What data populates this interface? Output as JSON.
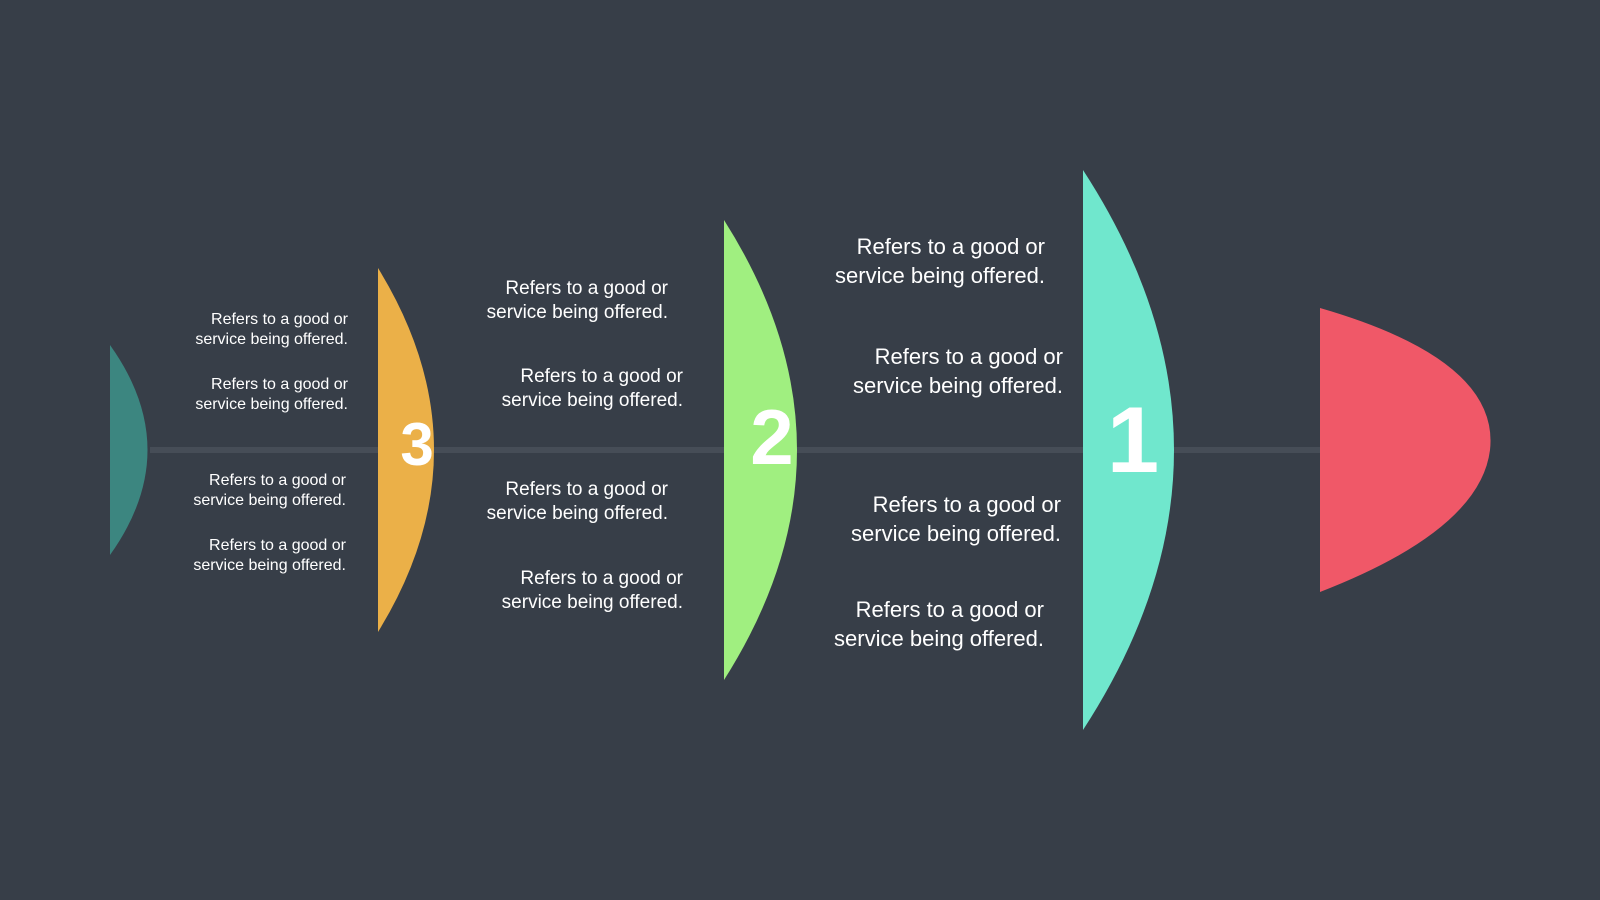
{
  "diagram": {
    "colors": {
      "background": "#373e48",
      "spine": "#464d57",
      "segment_teal_dark": "#3c8680",
      "segment_orange": "#ebb048",
      "segment_light_green": "#a0ef80",
      "segment_mint": "#70e7cd",
      "segment_head_red": "#f05868"
    },
    "steps": [
      {
        "number": "3"
      },
      {
        "number": "2"
      },
      {
        "number": "1"
      }
    ],
    "labels": {
      "group_a": [
        {
          "line1": "Refers to a good or",
          "line2": "service being offered."
        },
        {
          "line1": "Refers to a good or",
          "line2": "service being offered."
        },
        {
          "line1": "Refers to a good or",
          "line2": "service being offered."
        },
        {
          "line1": "Refers to a good or",
          "line2": "service being offered."
        }
      ],
      "group_b": [
        {
          "line1": "Refers to a good or",
          "line2": "service being offered."
        },
        {
          "line1": "Refers to a good or",
          "line2": "service being offered."
        },
        {
          "line1": "Refers to a good or",
          "line2": "service being offered."
        },
        {
          "line1": "Refers to a good or",
          "line2": "service being offered."
        }
      ],
      "group_c": [
        {
          "line1": "Refers to a good or",
          "line2": "service being offered."
        },
        {
          "line1": "Refers to a good or",
          "line2": "service being offered."
        },
        {
          "line1": "Refers to a good or",
          "line2": "service being offered."
        },
        {
          "line1": "Refers to a good or",
          "line2": "service being offered."
        }
      ]
    }
  }
}
